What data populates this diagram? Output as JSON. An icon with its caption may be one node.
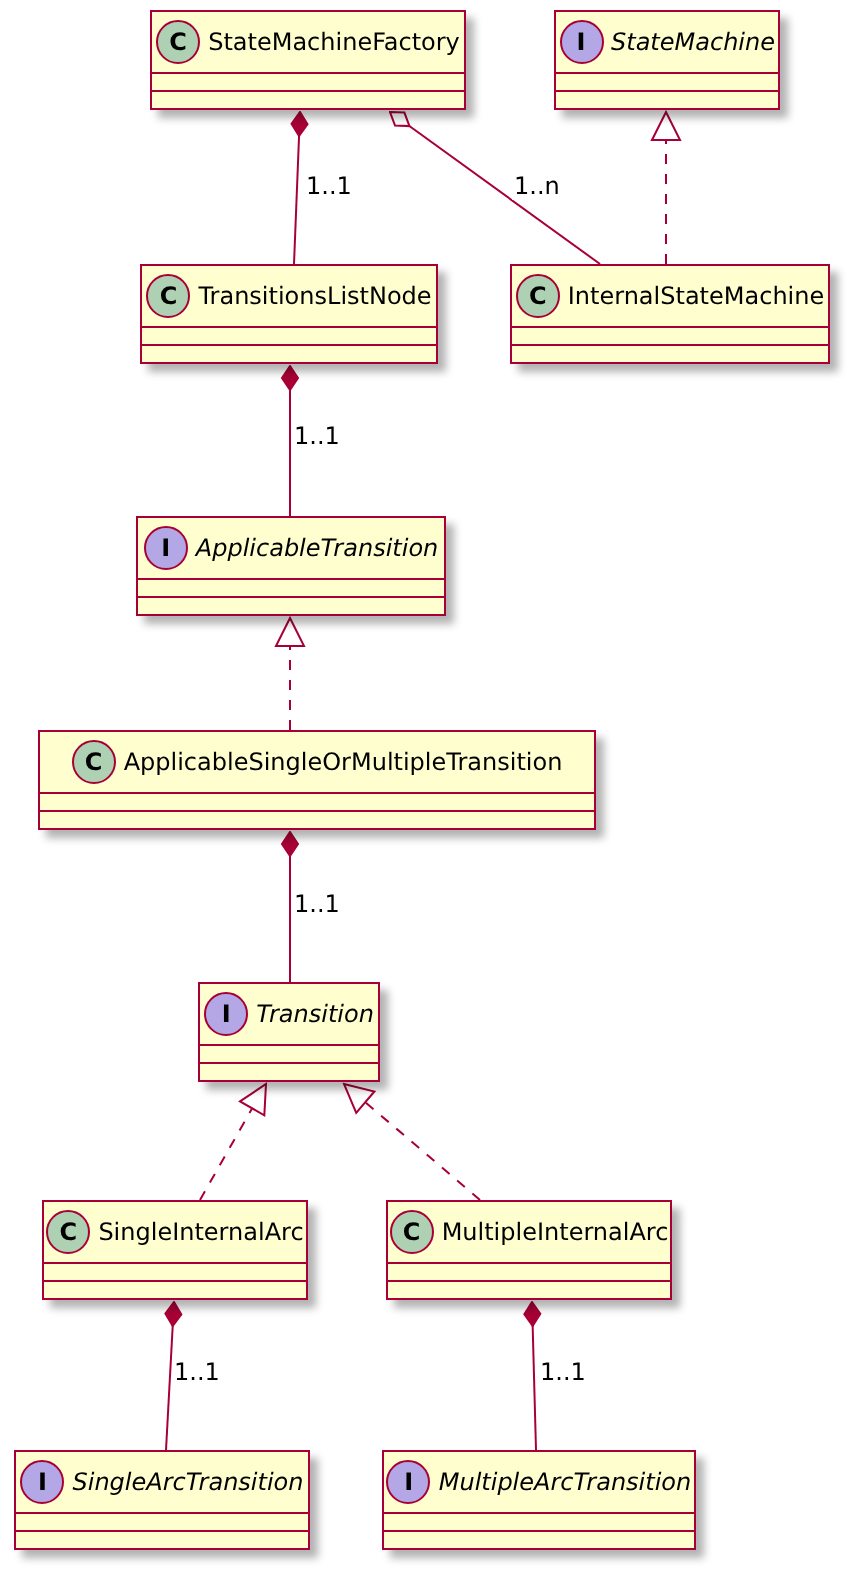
{
  "diagram": {
    "nodes": [
      {
        "text": [
          "C",
          "StateMachineFactory"
        ]
      },
      {
        "text": [
          "I",
          "StateMachine"
        ]
      },
      {
        "text": [
          "C",
          "TransitionsListNode"
        ]
      },
      {
        "text": [
          "C",
          "InternalStateMachine"
        ]
      },
      {
        "text": [
          "I",
          "ApplicableTransition"
        ]
      },
      {
        "text": [
          "C",
          "ApplicableSingleOrMultipleTransition"
        ]
      },
      {
        "text": [
          "I",
          "Transition"
        ]
      },
      {
        "text": [
          "C",
          "SingleInternalArc"
        ]
      },
      {
        "text": [
          "C",
          "MultipleInternalArc"
        ]
      },
      {
        "text": [
          "I",
          "SingleArcTransition"
        ]
      },
      {
        "text": [
          "I",
          "MultipleArcTransition"
        ]
      }
    ],
    "edges": [
      {
        "from": 0,
        "to": 2,
        "arrow": "other",
        "label": "1..1"
      },
      {
        "from": 0,
        "to": 3,
        "arrow": "other",
        "label": "1..n"
      },
      {
        "from": 3,
        "to": 1,
        "arrow": "to",
        "style": "dashed"
      },
      {
        "from": 2,
        "to": 4,
        "arrow": "other",
        "label": "1..1"
      },
      {
        "from": 5,
        "to": 4,
        "arrow": "to",
        "style": "dashed"
      },
      {
        "from": 5,
        "to": 6,
        "arrow": "other",
        "label": "1..1"
      },
      {
        "from": 7,
        "to": 6,
        "arrow": "to",
        "style": "dashed"
      },
      {
        "from": 8,
        "to": 6,
        "arrow": "to",
        "style": "dashed"
      },
      {
        "from": 7,
        "to": 9,
        "arrow": "other",
        "label": "1..1"
      },
      {
        "from": 8,
        "to": 10,
        "arrow": "other",
        "label": "1..1"
      }
    ]
  }
}
